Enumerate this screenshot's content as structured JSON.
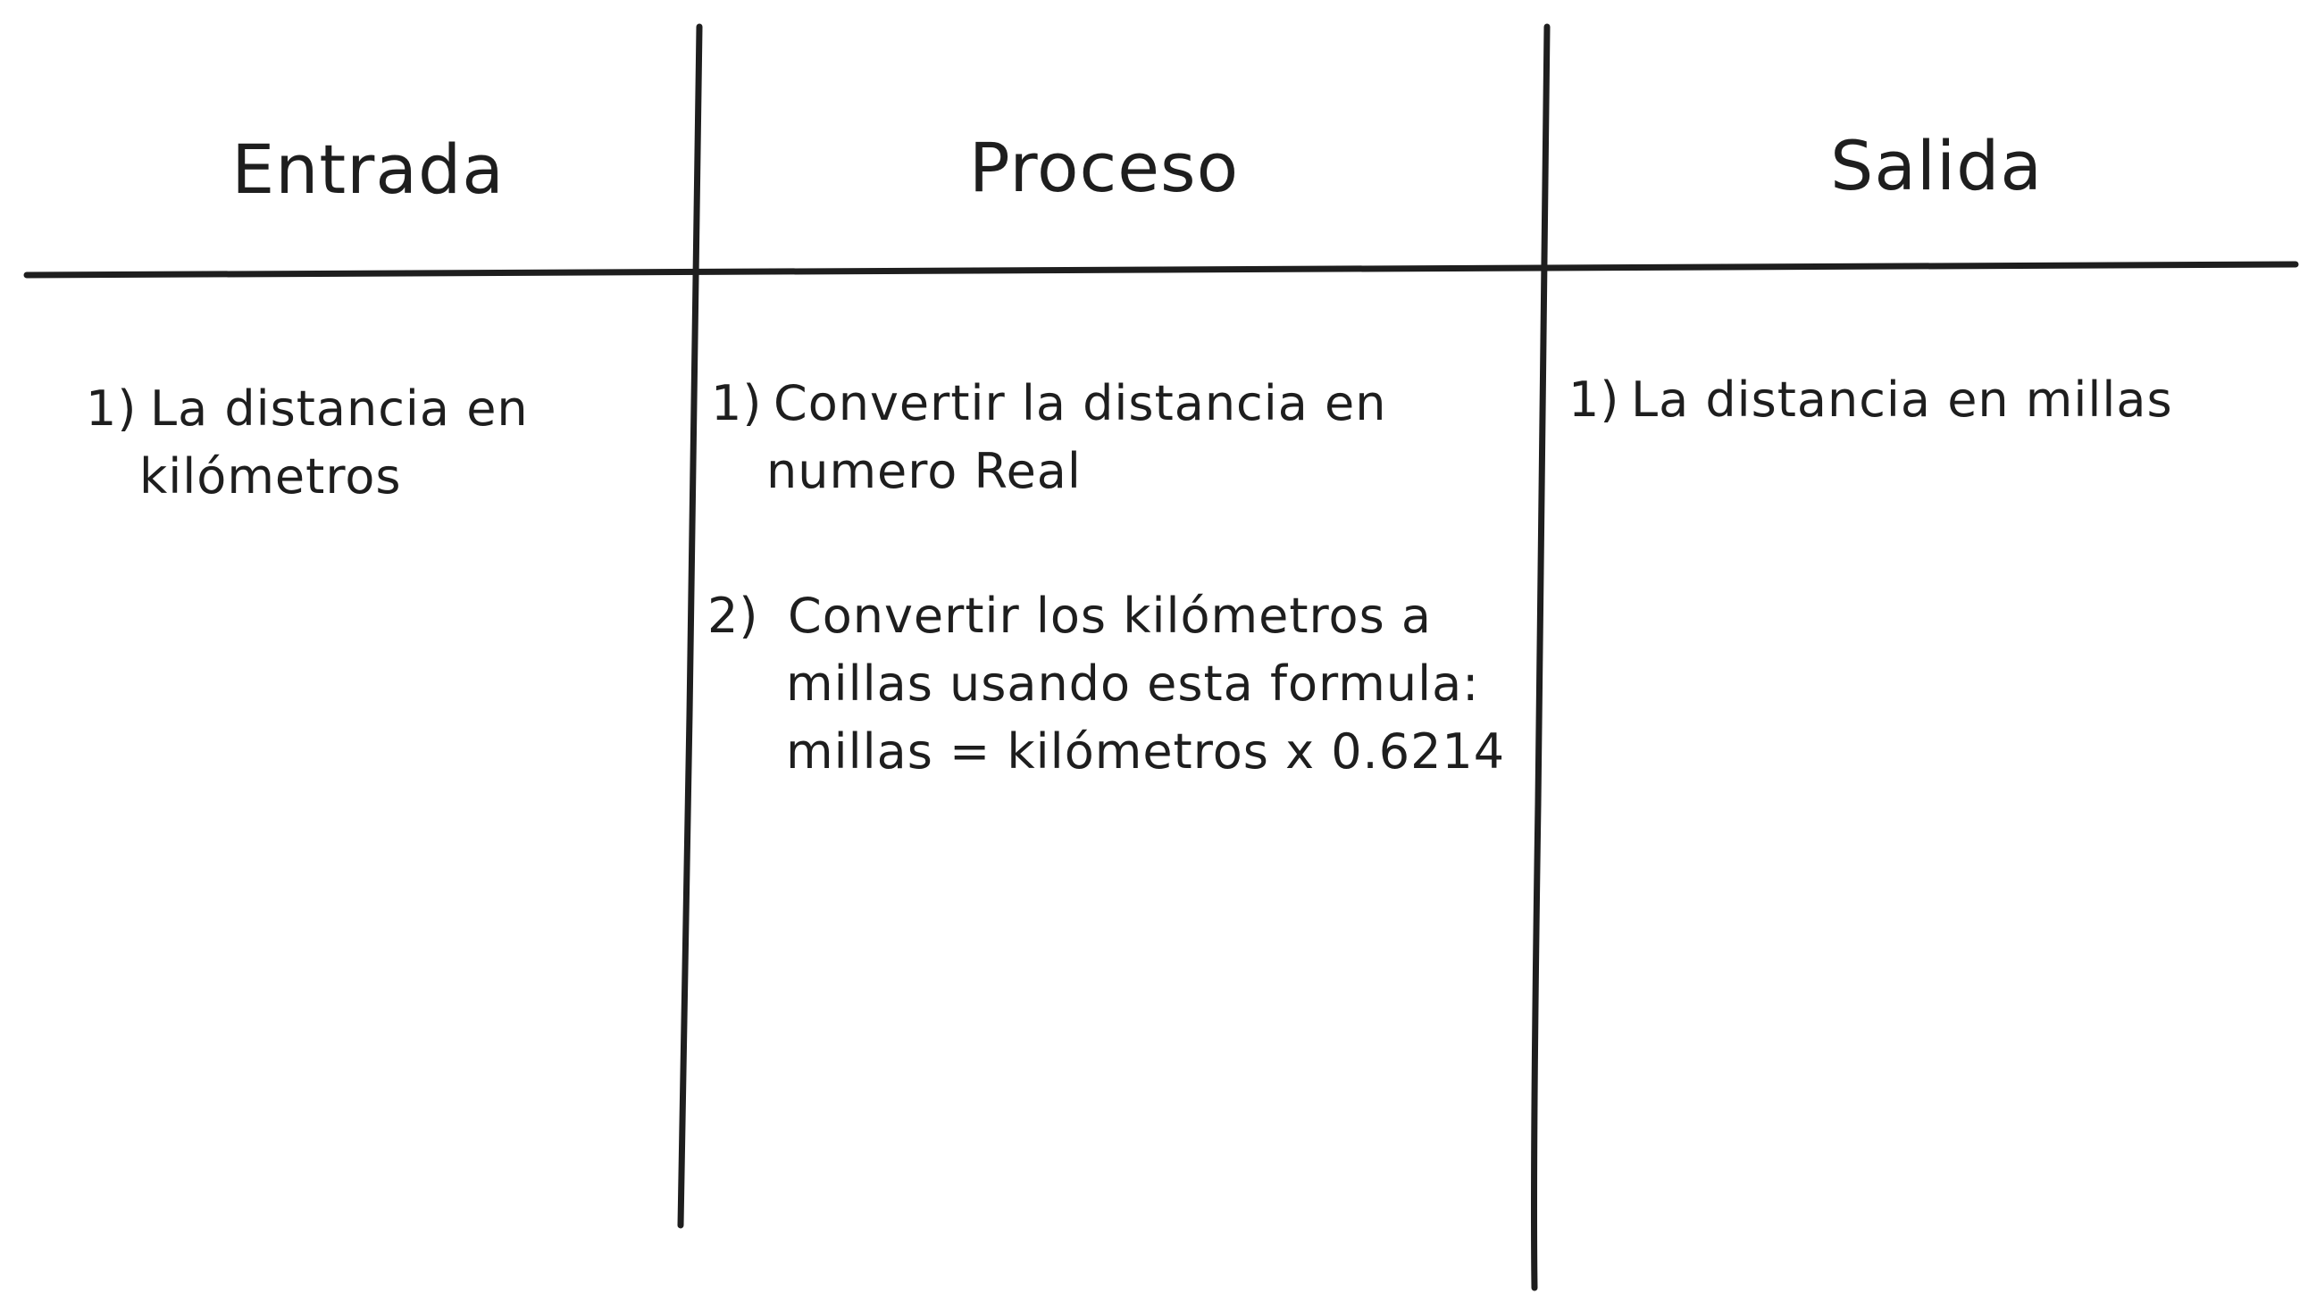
{
  "columns": [
    {
      "header": "Entrada",
      "items": [
        {
          "number": "1)",
          "lines": [
            "La distancia en",
            "kilómetros"
          ]
        }
      ]
    },
    {
      "header": "Proceso",
      "items": [
        {
          "number": "1)",
          "lines": [
            "Convertir la distancia en",
            "numero Real"
          ]
        },
        {
          "number": "2)",
          "lines": [
            "Convertir los kilómetros a",
            "millas usando esta formula:",
            "millas = kilómetros x 0.6214"
          ]
        }
      ]
    },
    {
      "header": "Salida",
      "items": [
        {
          "number": "1)",
          "lines": [
            "La distancia en millas"
          ]
        }
      ]
    }
  ]
}
